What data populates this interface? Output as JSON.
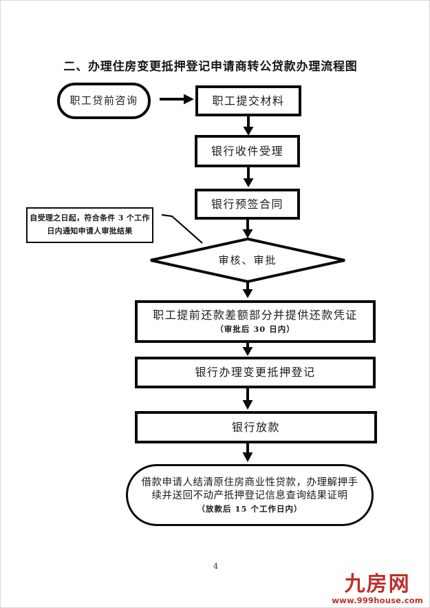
{
  "title": "二、办理住房变更抵押登记申请商转公贷款办理流程图",
  "flowchart": {
    "start": {
      "label": "职工贷前咨询"
    },
    "submit": {
      "label": "职工提交材料"
    },
    "receive": {
      "label": "银行收件受理"
    },
    "presign": {
      "label": "银行预签合同"
    },
    "decision": {
      "label": "审核、审批"
    },
    "note": {
      "line1": "自受理之日起，符合条件 3 个工作",
      "line2": "日内通知申请人审批结果"
    },
    "repay": {
      "label": "职工提前还款差额部分并提供还款凭证",
      "sublabel": "（审批后 30 日内）"
    },
    "register": {
      "label": "银行办理变更抵押登记"
    },
    "disburse": {
      "label": "银行放款"
    },
    "end": {
      "line1": "借款申请人结清原住房商业性贷款，办理解押手",
      "line2": "续并送回不动产抵押登记信息查询结果证明",
      "sublabel": "（放款后 15 个工作日内）"
    }
  },
  "footer": {
    "page_number": "4",
    "logo": {
      "text": "九房网",
      "url": "www.999house.com"
    }
  },
  "colors": {
    "line": "#0a0a0a",
    "logo_red": "#bf2f28",
    "background": "#ffffff"
  }
}
